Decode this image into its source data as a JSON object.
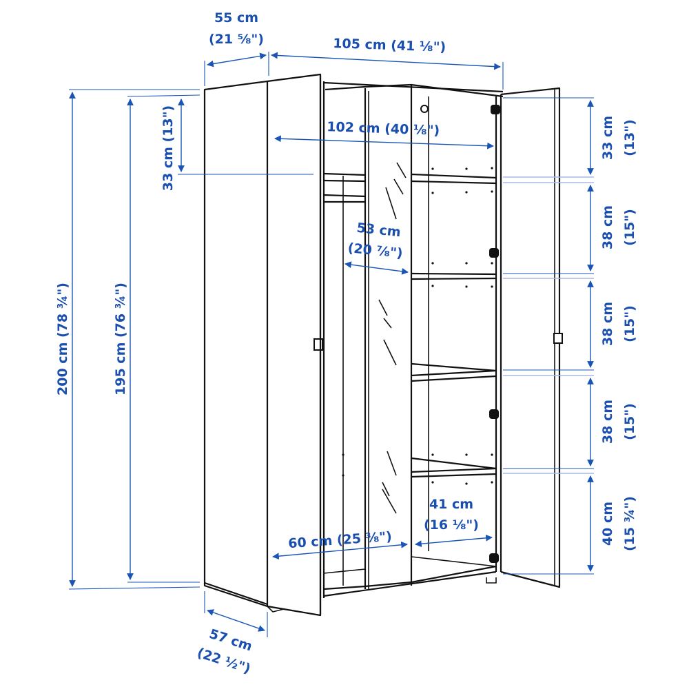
{
  "diagram": {
    "subject": "Wardrobe with 2 doors (one mirrored) - dimension drawing",
    "accent_color": "#1a4fb0",
    "line_color": "#111111"
  },
  "dimensions": {
    "side_depth_top": {
      "metric": "55 cm",
      "imperial": "(21 ⅝\")"
    },
    "total_width": {
      "label": "105 cm (41 ⅛\")"
    },
    "inner_width": {
      "label": "102 cm (40 ⅛\")"
    },
    "total_height": {
      "label": "200 cm (78 ¾\")"
    },
    "inner_height": {
      "label": "195 cm (76 ¾\")"
    },
    "top_compartment_left": {
      "label": "33 cm (13\")"
    },
    "rail_section_depth": {
      "metric": "53 cm",
      "imperial": "(20 ⅞\")"
    },
    "left_section_width": {
      "label": "60 cm (25 ⅜\")"
    },
    "right_section_width": {
      "metric": "41 cm",
      "imperial": "(16 ⅛\")"
    },
    "base_depth": {
      "metric": "57 cm",
      "imperial": "(22 ½\")"
    },
    "shelf_heights": [
      {
        "metric": "33 cm",
        "imperial": "(13\")"
      },
      {
        "metric": "38 cm",
        "imperial": "(15\")"
      },
      {
        "metric": "38 cm",
        "imperial": "(15\")"
      },
      {
        "metric": "38 cm",
        "imperial": "(15\")"
      },
      {
        "metric": "40 cm",
        "imperial": "(15 ¾\")"
      }
    ]
  }
}
